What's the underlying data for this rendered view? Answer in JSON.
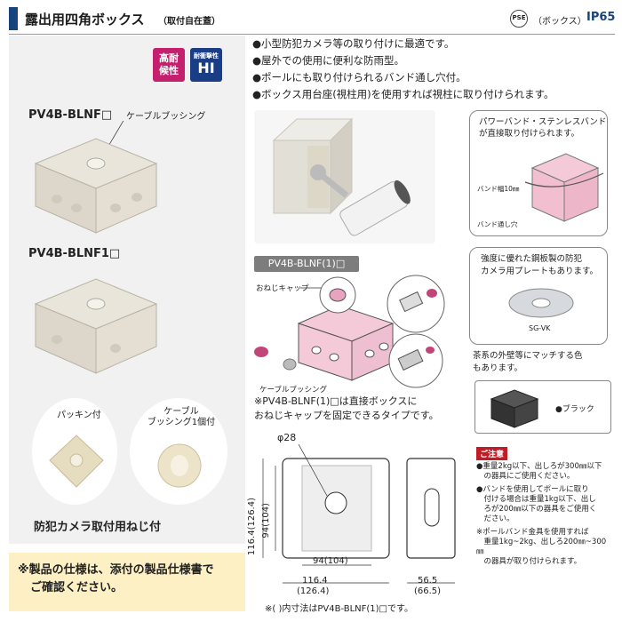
{
  "header": {
    "title": "露出用四角ボックス",
    "subtitle": "（取付自在蓋）",
    "pse_mark": "PSE",
    "pse_note": "（ボックス）",
    "ip": "IP65"
  },
  "badges": [
    {
      "text_line1": "高耐",
      "text_line2": "候性",
      "color": "#c4206e"
    },
    {
      "small": "耐衝撃性",
      "large": "HI",
      "color": "#1a3e85"
    }
  ],
  "products": [
    {
      "model": "PV4B-BLNF□",
      "callout": "ケーブルブッシング"
    },
    {
      "model": "PV4B-BLNF1□"
    }
  ],
  "accessories": {
    "packing": "パッキン付",
    "cable_line1": "ケーブル",
    "cable_line2": "ブッシング1個付",
    "caption": "防犯カメラ取付用ねじ付"
  },
  "bottom_note": {
    "line1": "※製品の仕様は、添付の製品仕様書で",
    "line2": "ご確認ください。"
  },
  "features": [
    "●小型防犯カメラ等の取り付けに最適です。",
    "●屋外での使用に便利な防雨型。",
    "●ポールにも取り付けられるバンド通し穴付。",
    "●ボックス用台座(視柱用)を使用すれば視柱に取り付けられます。"
  ],
  "band_box": {
    "line1": "パワーバンド・ステンレスバンド",
    "line2": "が直接取り付けられます。",
    "label_width": "バンド幅10㎜",
    "label_hole": "バンド通し穴"
  },
  "plate_box": {
    "line1": "強度に優れた鋼板製の防犯",
    "line2": "カメラ用プレートもあります。",
    "caption": "SG-VK"
  },
  "color_note": {
    "line1": "茶系の外壁等にマッチする色",
    "line2": "もあります。",
    "black_label": "●ブラック"
  },
  "diagram": {
    "model_tag": "PV4B-BLNF(1)□",
    "label_cap": "おねじキャップ",
    "label_bushing": "ケーブルブッシング",
    "note_line1": "※PV4B-BLNF(1)□は直接ボックスに",
    "note_line2": "おねじキャップを固定できるタイプです。"
  },
  "caution": {
    "tag": "ご注意",
    "items": [
      "●重量2kg以下、出しろが300㎜以下",
      "　の器具にご使用ください。",
      "●バンドを使用してポールに取り",
      "　付ける場合は重量1kg以下、出し",
      "　ろが200㎜以下の器具をご使用く",
      "　ださい。",
      "※ポールバンド金具を使用すれば",
      "　重量1kg~2kg、出しろ200㎜~300㎜",
      "　の器具が取り付けられます。"
    ]
  },
  "dimensions": {
    "phi": "φ28",
    "h_outer": "116.4(126.4)",
    "h_inner": "94(104)",
    "w_inner": "94(104)",
    "w_outer_a": "116.4",
    "w_outer_b": "(126.4)",
    "depth_a": "56.5",
    "depth_b": "(66.5)",
    "footnote": "※(  )内寸法はPV4B-BLNF(1)□です。"
  },
  "colors": {
    "header_bar": "#16457e",
    "panel_bg": "#f1f1f1",
    "note_bg": "#fdf0c4",
    "pink_highlight": "#f4c9d8",
    "caution_red": "#c01c26"
  }
}
